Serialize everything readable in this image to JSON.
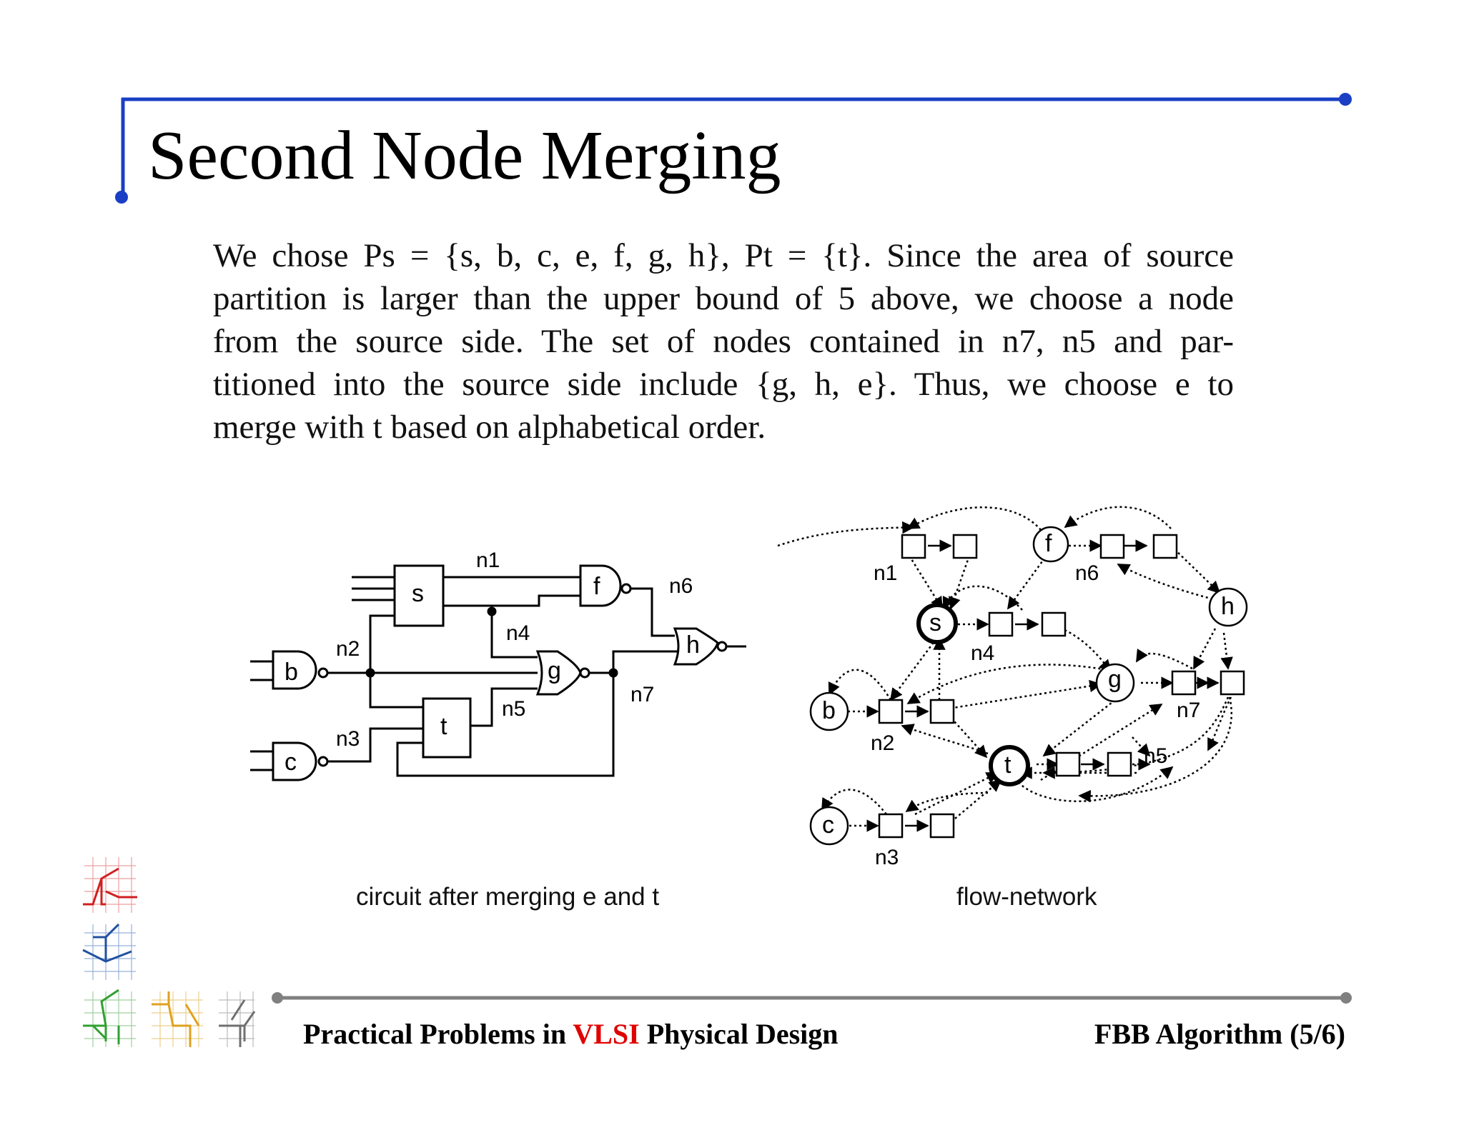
{
  "slide": {
    "title": "Second Node Merging",
    "paragraph_lines": [
      "We chose Ps = {s, b, c, e, f, g, h}, Pt = {t}. Since the area of source",
      "partition is larger than the upper bound of 5 above, we choose a node",
      "from the source side.  The set of nodes contained in n7, n5 and par-",
      "titioned into the source side include {g, h, e}.  Thus, we choose e to",
      "merge with t based on alphabetical order."
    ],
    "colors": {
      "accent": "#1a3fc4",
      "footer_rule": "#808080",
      "footer_highlight": "#e00000"
    }
  },
  "circuit": {
    "caption": "circuit after merging e and t",
    "gates": [
      "s",
      "f",
      "h",
      "b",
      "g",
      "t",
      "c"
    ],
    "nets": [
      "n1",
      "n6",
      "n4",
      "n2",
      "n7",
      "n5",
      "n3"
    ]
  },
  "flow_network": {
    "caption": "flow-network",
    "nodes": [
      "f",
      "s",
      "h",
      "g",
      "b",
      "t",
      "c"
    ],
    "nets": [
      "n1",
      "n6",
      "n4",
      "n7",
      "n2",
      "n5",
      "n3"
    ]
  },
  "footer": {
    "left_prefix": "Practical Problems in ",
    "left_highlight": "VLSI",
    "left_suffix": " Physical Design",
    "right": "FBB Algorithm (5/6)"
  },
  "logo": {
    "icon": "routing-grid-logo-icon"
  }
}
